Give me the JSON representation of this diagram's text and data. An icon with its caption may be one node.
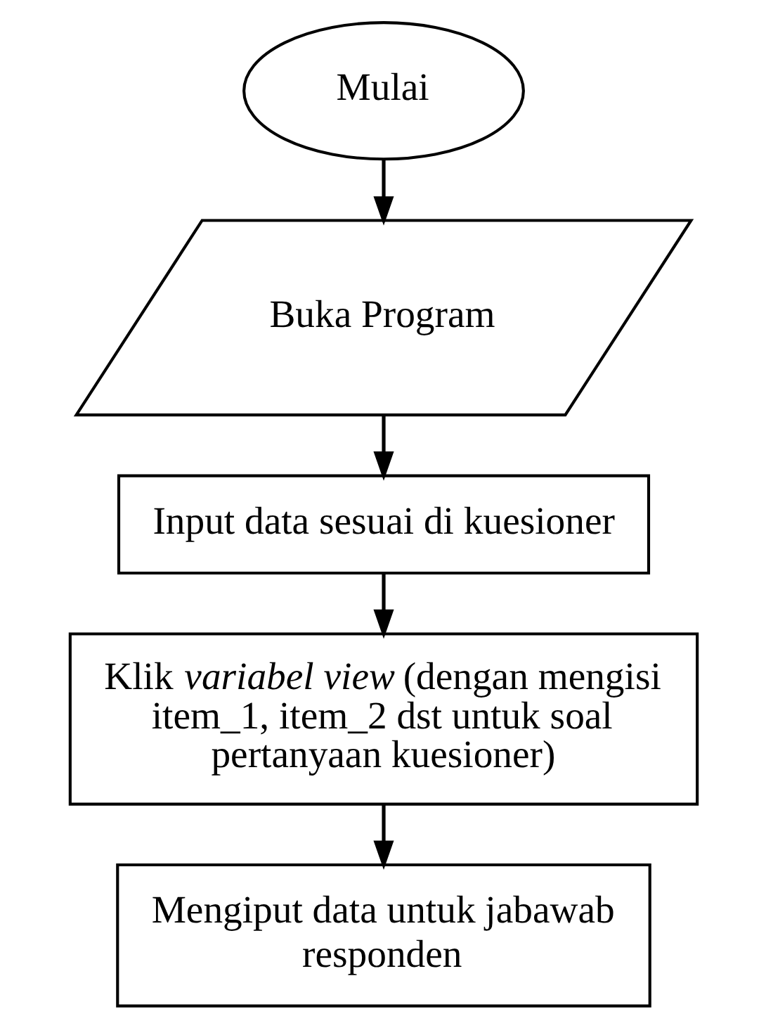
{
  "diagram": {
    "nodes": [
      {
        "text": [
          "Mulai"
        ]
      },
      {
        "text": [
          "Buka Program"
        ]
      },
      {
        "text": [
          "Input data sesuai di kuesioner"
        ]
      },
      {
        "text": [
          "Klik *variabel view* (dengan mengisi item_1, item_2 dst untuk soal pertanyaan kuesioner)"
        ]
      },
      {
        "text": [
          "Mengiput data untuk jabawab responden"
        ]
      }
    ],
    "edges": [
      {
        "from": 0,
        "to": 1,
        "arrow": "to"
      },
      {
        "from": 1,
        "to": 2,
        "arrow": "to"
      },
      {
        "from": 2,
        "to": 3,
        "arrow": "to"
      },
      {
        "from": 3,
        "to": 4,
        "arrow": "to"
      }
    ]
  }
}
